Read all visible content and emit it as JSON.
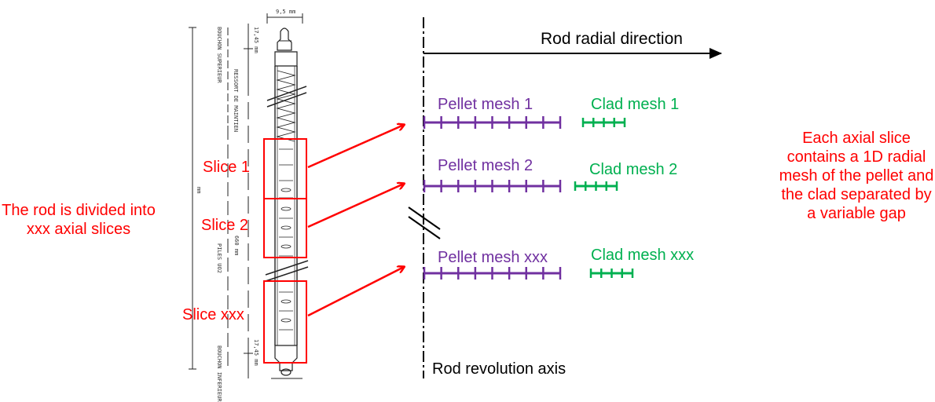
{
  "drawing": {
    "top_dim": "9,5 mm",
    "top_length": "17,45 mm",
    "bottom_length": "17,45 mm",
    "mid_dim": "660 mm",
    "mm_mark": "mm",
    "label_bouchon_sup": "BOUCHON SUPERIEUR",
    "label_ressort": "RESSORT DE MAINTIEN",
    "label_piles": "PILES UO2",
    "label_bouchon_inf": "BOUCHON INFERIEUR"
  },
  "left_note": "The rod is divided into xxx axial slices",
  "right_note": "Each axial slice contains a 1D radial mesh of the pellet and the clad separated by a variable gap",
  "slices": [
    {
      "label": "Slice 1"
    },
    {
      "label": "Slice 2"
    },
    {
      "label": "Slice xxx"
    }
  ],
  "meshes": [
    {
      "pellet": "Pellet mesh 1",
      "clad": "Clad mesh 1"
    },
    {
      "pellet": "Pellet mesh 2",
      "clad": "Clad mesh 2"
    },
    {
      "pellet": "Pellet mesh xxx",
      "clad": "Clad mesh xxx"
    }
  ],
  "axis_label": "Rod revolution axis",
  "radial_label": "Rod radial direction",
  "colors": {
    "red": "#ff0000",
    "purple": "#7030a0",
    "green": "#00b050",
    "black": "#000000"
  }
}
